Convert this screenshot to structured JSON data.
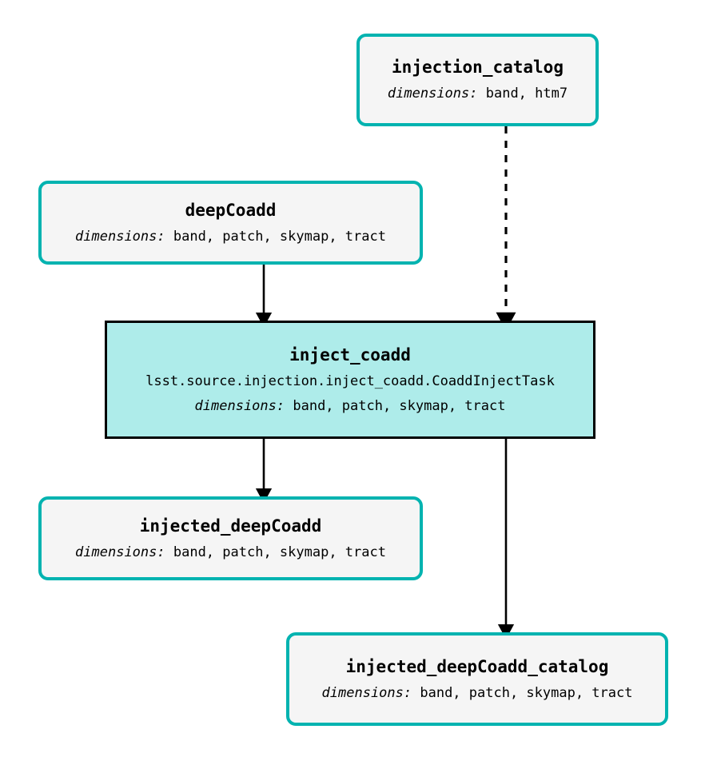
{
  "diagram": {
    "type": "pipeline-dag",
    "title": "",
    "colors": {
      "dataset_border": "#00b3b0",
      "dataset_fill": "#f5f5f5",
      "task_border": "#000000",
      "task_fill": "#aeecea",
      "edge": "#000000",
      "background": "#ffffff"
    },
    "dimensions_label": "dimensions:"
  },
  "nodes": [
    {
      "id": "injection_catalog",
      "kind": "dataset",
      "title": "injection_catalog",
      "dims_key": "dimensions:",
      "dims_value": "band, htm7"
    },
    {
      "id": "deepCoadd",
      "kind": "dataset",
      "title": "deepCoadd",
      "dims_key": "dimensions:",
      "dims_value": "band, patch, skymap, tract"
    },
    {
      "id": "inject_coadd",
      "kind": "task",
      "title": "inject_coadd",
      "classname": "lsst.source.injection.inject_coadd.CoaddInjectTask",
      "dims_key": "dimensions:",
      "dims_value": "band, patch, skymap, tract"
    },
    {
      "id": "injected_deepCoadd",
      "kind": "dataset",
      "title": "injected_deepCoadd",
      "dims_key": "dimensions:",
      "dims_value": "band, patch, skymap, tract"
    },
    {
      "id": "injected_deepCoadd_catalog",
      "kind": "dataset",
      "title": "injected_deepCoadd_catalog",
      "dims_key": "dimensions:",
      "dims_value": "band, patch, skymap, tract"
    }
  ],
  "edges": [
    {
      "id": "edge-injection-catalog-to-inject-coadd",
      "from": "injection_catalog",
      "to": "inject_coadd",
      "style": "dashed"
    },
    {
      "id": "edge-deep-coadd-to-inject-coadd",
      "from": "deepCoadd",
      "to": "inject_coadd",
      "style": "solid"
    },
    {
      "id": "edge-inject-coadd-to-injected-deep-coadd",
      "from": "inject_coadd",
      "to": "injected_deepCoadd",
      "style": "solid"
    },
    {
      "id": "edge-inject-coadd-to-injected-catalog",
      "from": "inject_coadd",
      "to": "injected_deepCoadd_catalog",
      "style": "solid"
    }
  ]
}
